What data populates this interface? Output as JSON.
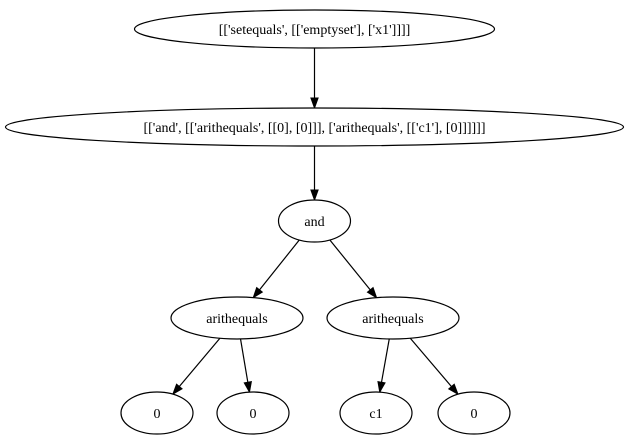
{
  "diagram": {
    "nodes": [
      {
        "id": "n1",
        "label": "[['setequals', [['emptyset'], ['x1']]]]"
      },
      {
        "id": "n2",
        "label": "[['and', [['arithequals', [[0], [0]]], ['arithequals', [['c1'], [0]]]]]]"
      },
      {
        "id": "n3",
        "label": "and"
      },
      {
        "id": "n4",
        "label": "arithequals"
      },
      {
        "id": "n5",
        "label": "arithequals"
      },
      {
        "id": "n6",
        "label": "0"
      },
      {
        "id": "n7",
        "label": "0"
      },
      {
        "id": "n8",
        "label": "c1"
      },
      {
        "id": "n9",
        "label": "0"
      }
    ],
    "edges": [
      {
        "from": "n1",
        "to": "n2"
      },
      {
        "from": "n2",
        "to": "n3"
      },
      {
        "from": "n3",
        "to": "n4"
      },
      {
        "from": "n3",
        "to": "n5"
      },
      {
        "from": "n4",
        "to": "n6"
      },
      {
        "from": "n4",
        "to": "n7"
      },
      {
        "from": "n5",
        "to": "n8"
      },
      {
        "from": "n5",
        "to": "n9"
      }
    ]
  }
}
